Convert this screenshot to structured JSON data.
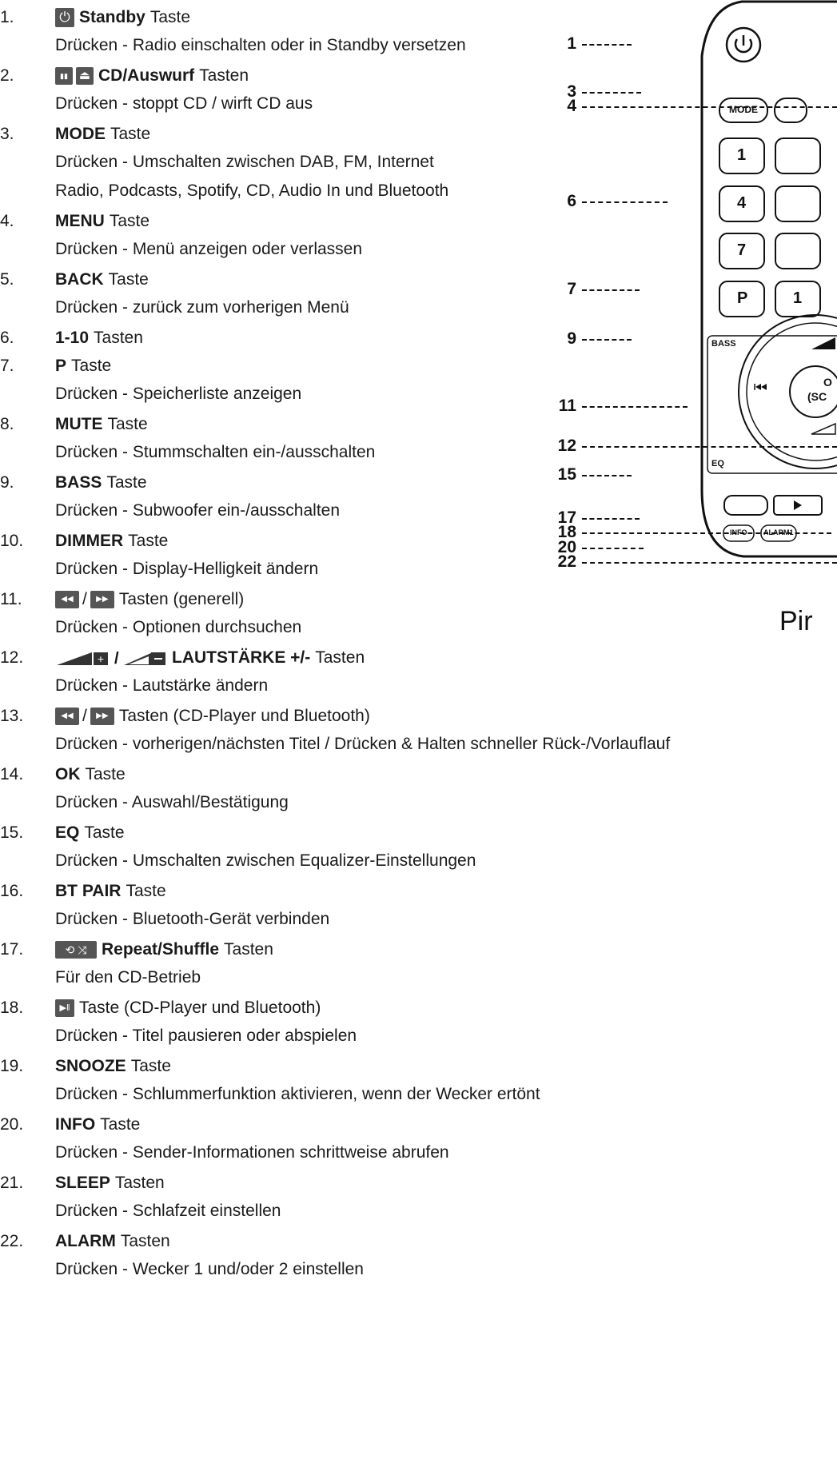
{
  "items": [
    {
      "num": "1.",
      "icon": "power-icon",
      "title": "Standby",
      "suffix": "Taste",
      "desc": [
        "Drücken - Radio einschalten oder in Standby versetzen"
      ]
    },
    {
      "num": "2.",
      "icon": "stop-eject-icon",
      "title": "CD/Auswurf",
      "suffix": "Tasten",
      "desc": [
        "Drücken - stoppt CD / wirft CD aus"
      ]
    },
    {
      "num": "3.",
      "title": "MODE",
      "suffix": "Taste",
      "desc": [
        "Drücken - Umschalten zwischen DAB, FM, Internet",
        "Radio, Podcasts, Spotify, CD, Audio In und Bluetooth"
      ]
    },
    {
      "num": "4.",
      "title": "MENU",
      "suffix": "Taste",
      "desc": [
        "Drücken - Menü anzeigen oder verlassen"
      ]
    },
    {
      "num": "5.",
      "title": "BACK",
      "suffix": "Taste",
      "desc": [
        "Drücken - zurück zum vorherigen Menü"
      ]
    },
    {
      "num": "6.",
      "title": "1-10",
      "suffix": "Tasten",
      "desc": []
    },
    {
      "num": "7.",
      "title": "P",
      "suffix": "Taste",
      "desc": [
        "Drücken - Speicherliste anzeigen"
      ]
    },
    {
      "num": "8.",
      "title": "MUTE",
      "suffix": "Taste",
      "desc": [
        "Drücken - Stummschalten ein-/ausschalten"
      ]
    },
    {
      "num": "9.",
      "title": "BASS",
      "suffix": "Taste",
      "desc": [
        "Drücken - Subwoofer ein-/ausschalten"
      ]
    },
    {
      "num": "10.",
      "title": "DIMMER",
      "suffix": "Taste",
      "desc": [
        "Drücken - Display-Helligkeit ändern"
      ]
    },
    {
      "num": "11.",
      "icon": "prev-next-icon",
      "title": "",
      "suffix": "Tasten (generell)",
      "desc": [
        "Drücken - Optionen durchsuchen"
      ]
    },
    {
      "num": "12.",
      "icon": "volume-icon",
      "title": "LAUTSTÄRKE +/-",
      "suffix": "Tasten",
      "desc": [
        "Drücken - Lautstärke ändern"
      ]
    },
    {
      "num": "13.",
      "icon": "prev-next-icon",
      "title": "",
      "suffix": "Tasten (CD-Player und Bluetooth)",
      "desc": [
        "Drücken - vorherigen/nächsten Titel / Drücken & Halten schneller Rück-/Vorlauflauf"
      ]
    },
    {
      "num": "14.",
      "title": "OK",
      "suffix": "Taste",
      "desc": [
        "Drücken - Auswahl/Bestätigung"
      ]
    },
    {
      "num": "15.",
      "title": "EQ",
      "suffix": "Taste",
      "desc": [
        "Drücken - Umschalten zwischen Equalizer-Einstellungen"
      ]
    },
    {
      "num": "16.",
      "title": "BT PAIR",
      "suffix": "Taste",
      "desc": [
        "Drücken - Bluetooth-Gerät verbinden"
      ]
    },
    {
      "num": "17.",
      "icon": "repeat-shuffle-icon",
      "title": "Repeat/Shuffle",
      "suffix": "Tasten",
      "desc": [
        "Für den CD-Betrieb"
      ]
    },
    {
      "num": "18.",
      "icon": "play-pause-icon",
      "title": "",
      "suffix": "Taste (CD-Player und Bluetooth)",
      "desc": [
        "Drücken - Titel pausieren oder abspielen"
      ]
    },
    {
      "num": "19.",
      "title": "SNOOZE",
      "suffix": "Taste",
      "desc": [
        "Drücken - Schlummerfunktion aktivieren, wenn der Wecker ertönt"
      ]
    },
    {
      "num": "20.",
      "title": "INFO",
      "suffix": "Taste",
      "desc": [
        "Drücken - Sender-Informationen schrittweise abrufen"
      ]
    },
    {
      "num": "21.",
      "title": "SLEEP",
      "suffix": "Tasten",
      "desc": [
        "Drücken - Schlafzeit einstellen"
      ]
    },
    {
      "num": "22.",
      "title": "ALARM",
      "suffix": "Tasten",
      "desc": [
        "Drücken - Wecker 1 und/oder 2 einstellen"
      ]
    }
  ],
  "remote": {
    "callouts": [
      "1",
      "3",
      "4",
      "6",
      "7",
      "9",
      "11",
      "12",
      "15",
      "17",
      "18",
      "20",
      "22"
    ],
    "buttons": {
      "mode": "MODE",
      "bass": "BASS",
      "eq": "EQ",
      "info": "INFO",
      "alarm": "ALARM1",
      "p": "P",
      "keys": [
        "1",
        "4",
        "7"
      ],
      "ok_partial": "O",
      "sc_partial": "(SC",
      "key_partial": "1"
    },
    "brand_partial": "Pir"
  }
}
